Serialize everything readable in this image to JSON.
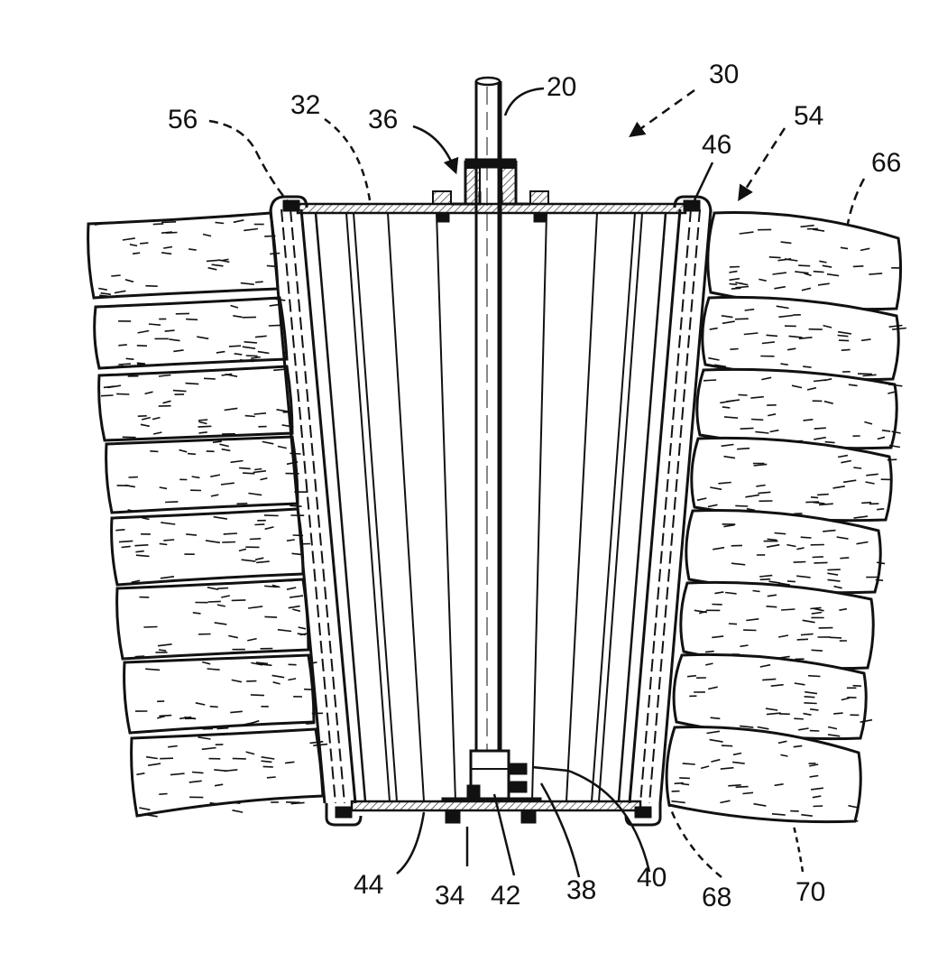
{
  "figure": {
    "labels": {
      "r20": "20",
      "r30": "30",
      "r32": "32",
      "r36": "36",
      "r56": "56",
      "r46": "46",
      "r54": "54",
      "r66": "66",
      "r44": "44",
      "r34": "34",
      "r42": "42",
      "r38": "38",
      "r40": "40",
      "r68": "68",
      "r70": "70"
    },
    "ink_color": "#111111",
    "paper_color": "#ffffff",
    "hatch_color": "#333333"
  }
}
